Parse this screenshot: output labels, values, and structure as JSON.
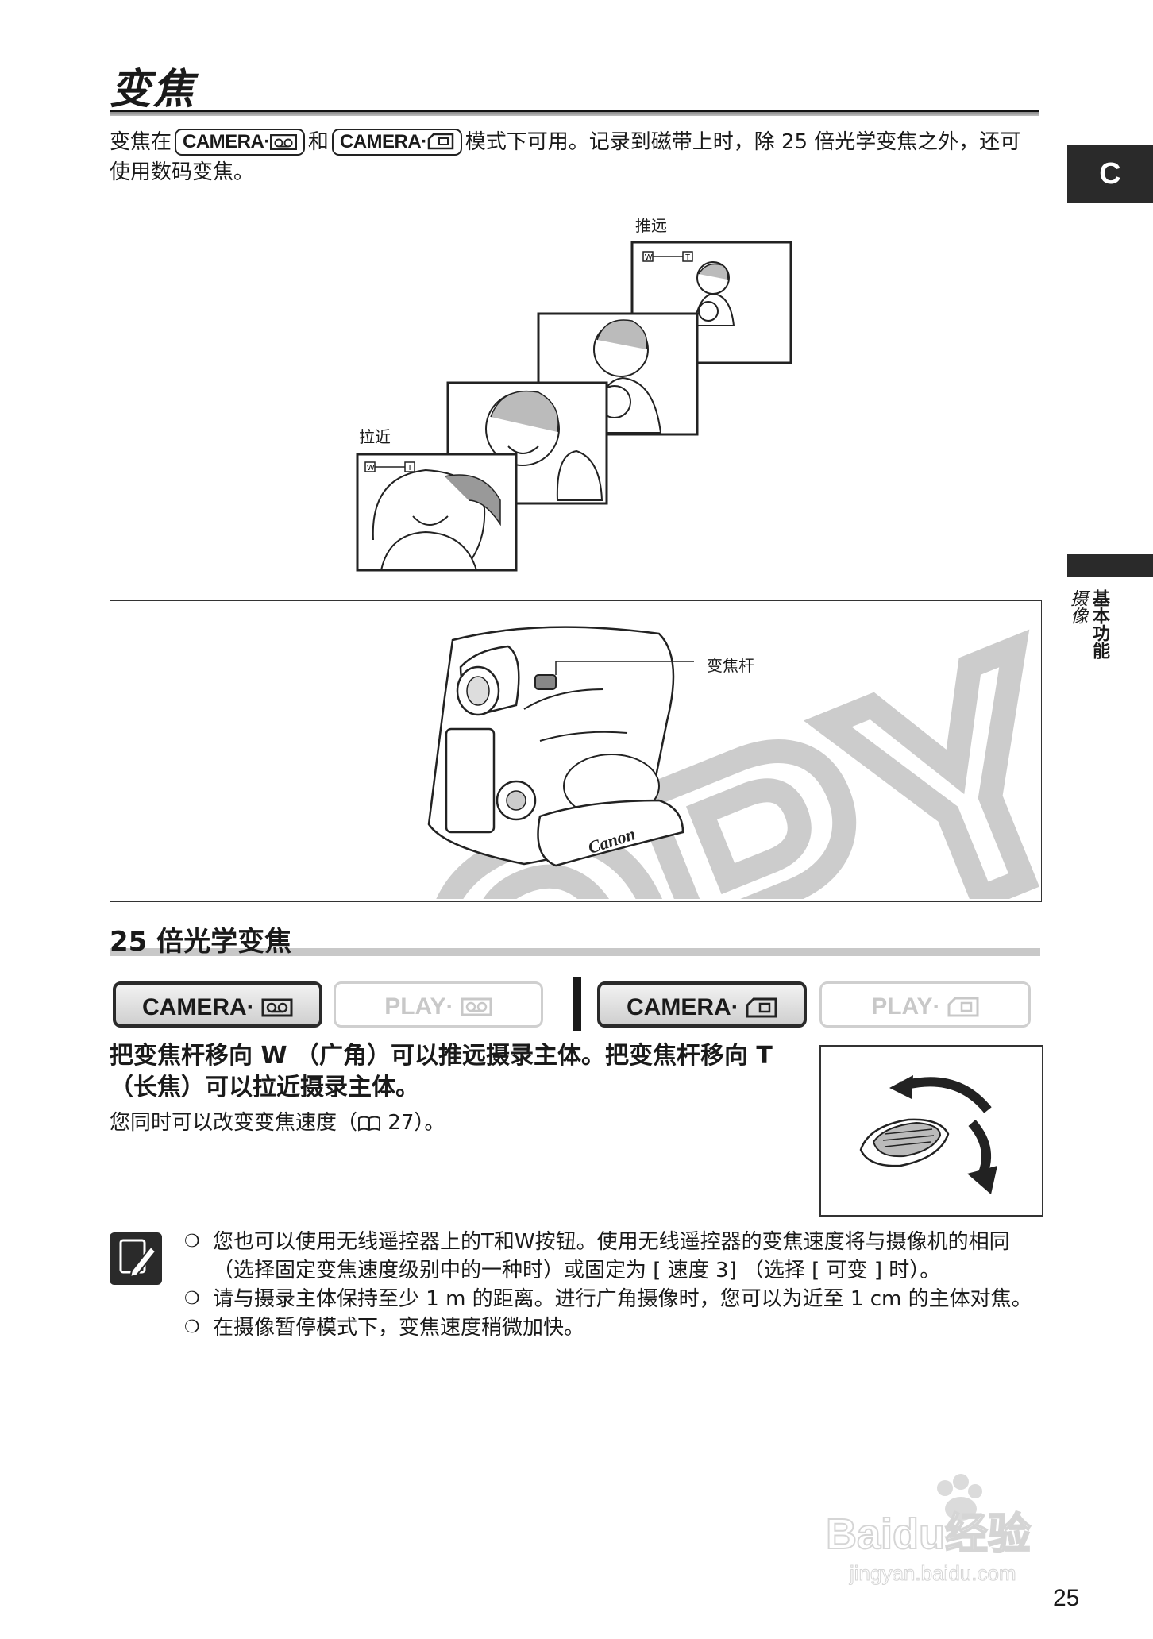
{
  "page": {
    "title": "变焦",
    "chapter_tab": "C",
    "side_section": "基本功能",
    "side_subsection": "摄像",
    "page_number": "25"
  },
  "intro": {
    "before": "变焦在",
    "mode1": "CAMERA·",
    "mode1_icon": "tape-icon",
    "and": "和",
    "mode2": "CAMERA·",
    "mode2_icon": "card-icon",
    "after": "模式下可用。记录到磁带上时，除 25 倍光学变焦之外，还可使用数码变焦。"
  },
  "illustration": {
    "label_far": "推远",
    "label_near": "拉近",
    "zoom_indicator_w": "W",
    "zoom_indicator_t": "T"
  },
  "camera_figure": {
    "callout": "变焦杆",
    "brand": "Canon",
    "watermark": "COPY"
  },
  "section": {
    "heading": "25 倍光学变焦"
  },
  "modes": [
    {
      "label": "CAMERA·",
      "icon": "tape-icon",
      "active": true
    },
    {
      "label": "PLAY·",
      "icon": "tape-icon",
      "active": false
    },
    {
      "label": "CAMERA·",
      "icon": "card-icon",
      "active": true
    },
    {
      "label": "PLAY·",
      "icon": "card-icon",
      "active": false
    }
  ],
  "instruction": {
    "bold_text": "把变焦杆移向 W （广角）可以推远摄录主体。把变焦杆移向 T （长焦）可以拉近摄录主体。",
    "normal_prefix": "您同时可以改变变焦速度（",
    "normal_ref": " 27）。"
  },
  "notes": [
    "您也可以使用无线遥控器上的T和W按钮。使用无线遥控器的变焦速度将与摄像机的相同 （选择固定变焦速度级别中的一种时）或固定为 [ 速度 3] （选择 [ 可变 ] 时）。",
    "请与摄录主体保持至少 1 m 的距离。进行广角摄像时，您可以为近至 1 cm 的主体对焦。",
    "在摄像暂停模式下，变焦速度稍微加快。"
  ],
  "watermark_site": {
    "brand": "Baidu经验",
    "url": "jingyan.baidu.com"
  }
}
